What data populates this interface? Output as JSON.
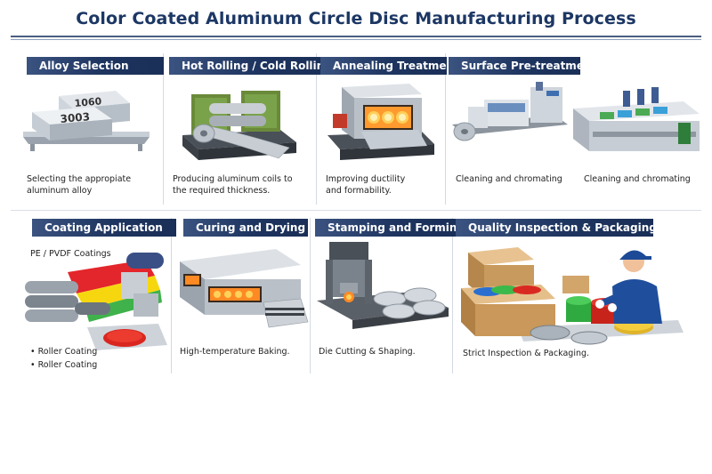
{
  "page": {
    "title": "Color Coated Aluminum Circle Disc Manufacturing Process"
  },
  "steps": [
    {
      "title": "Alloy Selection",
      "desc": [
        "Selecting the appropiate",
        "aluminum alloy"
      ],
      "ingot_labels": [
        "1060",
        "3003"
      ]
    },
    {
      "title": "Hot Rolling / Cold Rolling",
      "desc": [
        "Producing aluminum coils to",
        "the required thickness."
      ]
    },
    {
      "title": "Annealing Treatment",
      "desc": [
        "Improving ductility",
        "and formability."
      ]
    },
    {
      "title": "Surface Pre-treatment",
      "desc": [
        "Cleaning and chromating",
        "Cleaning and chromating"
      ]
    },
    {
      "title": "Coating Application",
      "desc": [
        "PE / PVDF Coatings",
        "• Roller Coating",
        "• Roller Coating"
      ]
    },
    {
      "title": "Curing and Drying",
      "desc": [
        "High-temperature Baking."
      ]
    },
    {
      "title": "Stamping and Forming",
      "desc": [
        "Die Cutting & Shaping."
      ]
    },
    {
      "title": "Quality Inspection & Packaging",
      "desc": [
        "Strict Inspection & Packaging."
      ]
    }
  ],
  "colors": {
    "title": "#1c3764",
    "banner": "#1e3560",
    "accent_orange": "#f07a1e"
  }
}
